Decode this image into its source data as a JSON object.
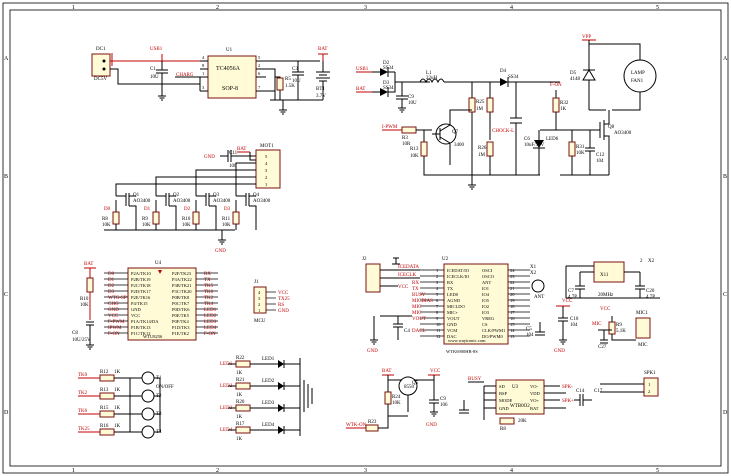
{
  "dc1": {
    "ref": "DC1",
    "val": "DC5V",
    "usb1": "USB1"
  },
  "u1": {
    "ref": "U1",
    "name": "TC4056A",
    "pkg": "SOP-8",
    "charg": "CHARG",
    "c1": "C1",
    "c1v": "10U",
    "r5": "R5",
    "r5v": "1.5K",
    "c3": "C3",
    "c3v": "10U",
    "bat": "BAT",
    "bt1": "BT1",
    "bt1v": "3.7V",
    "pins": [
      "4",
      "8",
      "1",
      "3",
      "5",
      "2",
      "6",
      "7"
    ]
  },
  "boost": {
    "usb1": "USB1",
    "bat": "BAT",
    "d2": "D2",
    "d2v": "SS34",
    "d3": "D3",
    "d3v": "SS34",
    "c9": "C9",
    "c9v": "10U",
    "l1": "L1",
    "l1v": "22uH",
    "d4": "D4",
    "d4v": "SS34",
    "r25": "R25",
    "r25v": "1M",
    "r26": "R26",
    "r26v": "1M",
    "ipwm": "I-PWM",
    "r3": "R3",
    "r3v": "10R",
    "r13": "R13",
    "r13v": "10K",
    "q7": "Q7",
    "q7v": "3400",
    "cl": "CHOCK-L",
    "c6": "C6",
    "c6v": "10uF/35V",
    "vpp": "VPP",
    "d5": "D5",
    "d5v": "4148",
    "fan1": "FAN1",
    "fanlbl": "LAMP",
    "led": "LED",
    "fon": "F-ON",
    "r32": "R32",
    "r32v": "1K",
    "r31": "R31",
    "r31v": "10K",
    "c12": "C12",
    "c12v": "104",
    "q8": "Q8",
    "q8v": "AO3400",
    "led6": "LED6"
  },
  "mot": {
    "bat": "BAT",
    "c11": "C11",
    "c11v": "106",
    "gnd": "GND",
    "mot1": "MOT1",
    "pins": [
      "5",
      "4",
      "3",
      "2",
      "1"
    ],
    "q": [
      {
        "ref": "Q1",
        "val": "AO3400"
      },
      {
        "ref": "Q2",
        "val": "AO3400"
      },
      {
        "ref": "Q3",
        "val": "AO3400"
      },
      {
        "ref": "Q4",
        "val": "AO3400"
      }
    ],
    "d": [
      "D0",
      "D1",
      "D2",
      "D3"
    ],
    "r": [
      {
        "ref": "R8",
        "val": "10K"
      },
      {
        "ref": "R9",
        "val": "10K"
      },
      {
        "ref": "R10",
        "val": "10K"
      },
      {
        "ref": "R11",
        "val": "10K"
      }
    ],
    "gndlabel": "GND"
  },
  "u4": {
    "ref": "U4",
    "name": "WTU8256",
    "bat": "BAT",
    "c8": "C8",
    "c8v": "10U/25V",
    "rpin": "R10",
    "rpinv": "10K",
    "left": [
      "D0",
      "D1",
      "D2",
      "D3",
      "WTG-SP",
      "CHG",
      "GND",
      "VCC",
      "F-PWM",
      "IPWM",
      "F-ON"
    ],
    "leftpins": [
      "P2A/TK10",
      "P2B/TK19",
      "P2C/TK18",
      "P2D/TK17",
      "P2E/TK16",
      "P4/TK15",
      "GND",
      "VCC",
      "P1A/TK14/DA",
      "P1B/TK13",
      "P1C/TK12"
    ],
    "right": [
      "P2F/TK23",
      "P3A/TK22",
      "P3B/TK21",
      "P3C/TK20",
      "P0B/TK8",
      "P0C/TK7",
      "P0D/TK6",
      "P0E/TK5",
      "P0F/TK4",
      "P1D/TK3",
      "P1E/TK2"
    ],
    "rightnet": [
      "RX",
      "TX",
      "TK5",
      "TK6",
      "TK2",
      "TK4",
      "LED1",
      "LED2",
      "LED3",
      "LED4",
      "F-ON"
    ]
  },
  "j1": {
    "ref": "J1",
    "label": "MCU",
    "pins": [
      "4",
      "3",
      "2",
      "1"
    ],
    "nets": [
      "VCC",
      "TX25",
      "RS",
      "GND"
    ]
  },
  "j2": {
    "ref": "J2",
    "nets": [
      "ICEDATA",
      "ICECLK",
      "VCC"
    ]
  },
  "u2": {
    "ref": "U2",
    "name": "WTK6900HB-8S",
    "site": "www.waytronic.com",
    "left": [
      "ICEDATA",
      "ICECLK",
      "RX",
      "TX",
      "BUSY",
      "MICBIAS",
      "MIC",
      "MIC",
      "VOUT",
      "",
      "DACL"
    ],
    "lpins": [
      "ICEDAT/IO",
      "ICECLK/IO",
      "RX",
      "TX",
      "LED0",
      "AGND",
      "MICLDO",
      "MIC+",
      "VOUT",
      "GND",
      "VCM",
      "DAC"
    ],
    "rpins": [
      "OSCI",
      "OSCO",
      "ANT",
      "IO1",
      "IO4",
      "IO5",
      "IO2",
      "IO3",
      "VREG",
      "CS",
      "CLK/PWM1",
      "DO/PWM0"
    ],
    "rnum": [
      "24",
      "23",
      "22",
      "21",
      "20",
      "19",
      "18",
      "17",
      "16",
      "15",
      "14",
      "13"
    ],
    "lnum": [
      "1",
      "2",
      "3",
      "4",
      "5",
      "6",
      "7",
      "8",
      "9",
      "10",
      "11",
      "12"
    ],
    "ant": "ANT",
    "vcc": "VCC",
    "gnd": "GND",
    "c4": "C4",
    "c4v": "10U",
    "c10": "C10",
    "c10v": "104",
    "c5": "C5",
    "c5v": "104",
    "c7": "C7",
    "c7v": "104",
    "x1": "X1",
    "x1r": "1M",
    "x2": "X2",
    "gnd2": "GND"
  },
  "xtal": {
    "ref": "X11",
    "val": "20MHz",
    "c": "C7",
    "cv": "4.7P",
    "c2": "C20",
    "c2v": "4.7P",
    "pins": [
      "2",
      "X2",
      "3",
      "X2"
    ]
  },
  "mic": {
    "ref": "MIC1",
    "label": "MIC",
    "vcc": "VCC",
    "r": "R9",
    "rv": "5.1K",
    "c": "C27",
    "cv": "104",
    "netmic": "MIC"
  },
  "u3": {
    "ref": "U3",
    "name": "WTB0O2",
    "pins": [
      "SD",
      "BSP",
      "MODE",
      "GND"
    ],
    "rpins": [
      "VO-",
      "VDD",
      "VO+",
      "BAT"
    ],
    "busy": "BUSY",
    "c": "C14",
    "cv": "4.7U",
    "c2": "C17",
    "c2v": "104",
    "r": "R8",
    "rv": "20K",
    "spk": "SPK1",
    "spkv": [
      "1",
      "2"
    ],
    "nets": [
      "SPK-",
      "SPK+",
      "VO"
    ]
  },
  "q5": {
    "ref": "Q5",
    "val": "8550",
    "bat": "BAT",
    "vcc": "VCC",
    "r24": "R24",
    "r24v": "10K",
    "r23": "R23",
    "r23v": "1K",
    "c": "C9",
    "cv": "106",
    "net": "WTK-ON"
  },
  "leds": {
    "nets": [
      "LED1",
      "LED2",
      "LED3",
      "LED4"
    ],
    "refs": [
      "R22",
      "R21",
      "R20",
      "R17"
    ],
    "vals": [
      "1K",
      "1K",
      "1K",
      "1K"
    ],
    "names": [
      "LED1",
      "LED2",
      "LED3",
      "LED4"
    ]
  },
  "keys": {
    "nets": [
      "TK0",
      "TK2",
      "TK6",
      "TK25"
    ],
    "refs": [
      "R12",
      "R13",
      "R15",
      "R16"
    ],
    "vals": [
      "1K",
      "1K",
      "1K",
      "1K"
    ],
    "names": [
      "T1",
      "T2",
      "T3",
      "T4"
    ],
    "sub": "ON/OFF"
  },
  "border": {
    "top": [
      "1",
      "2",
      "3",
      "4",
      "5"
    ],
    "bottom": [
      "1",
      "2",
      "3",
      "4",
      "5"
    ],
    "left": [
      "A",
      "B",
      "C",
      "D"
    ],
    "right": [
      "A",
      "B",
      "C",
      "D"
    ]
  }
}
